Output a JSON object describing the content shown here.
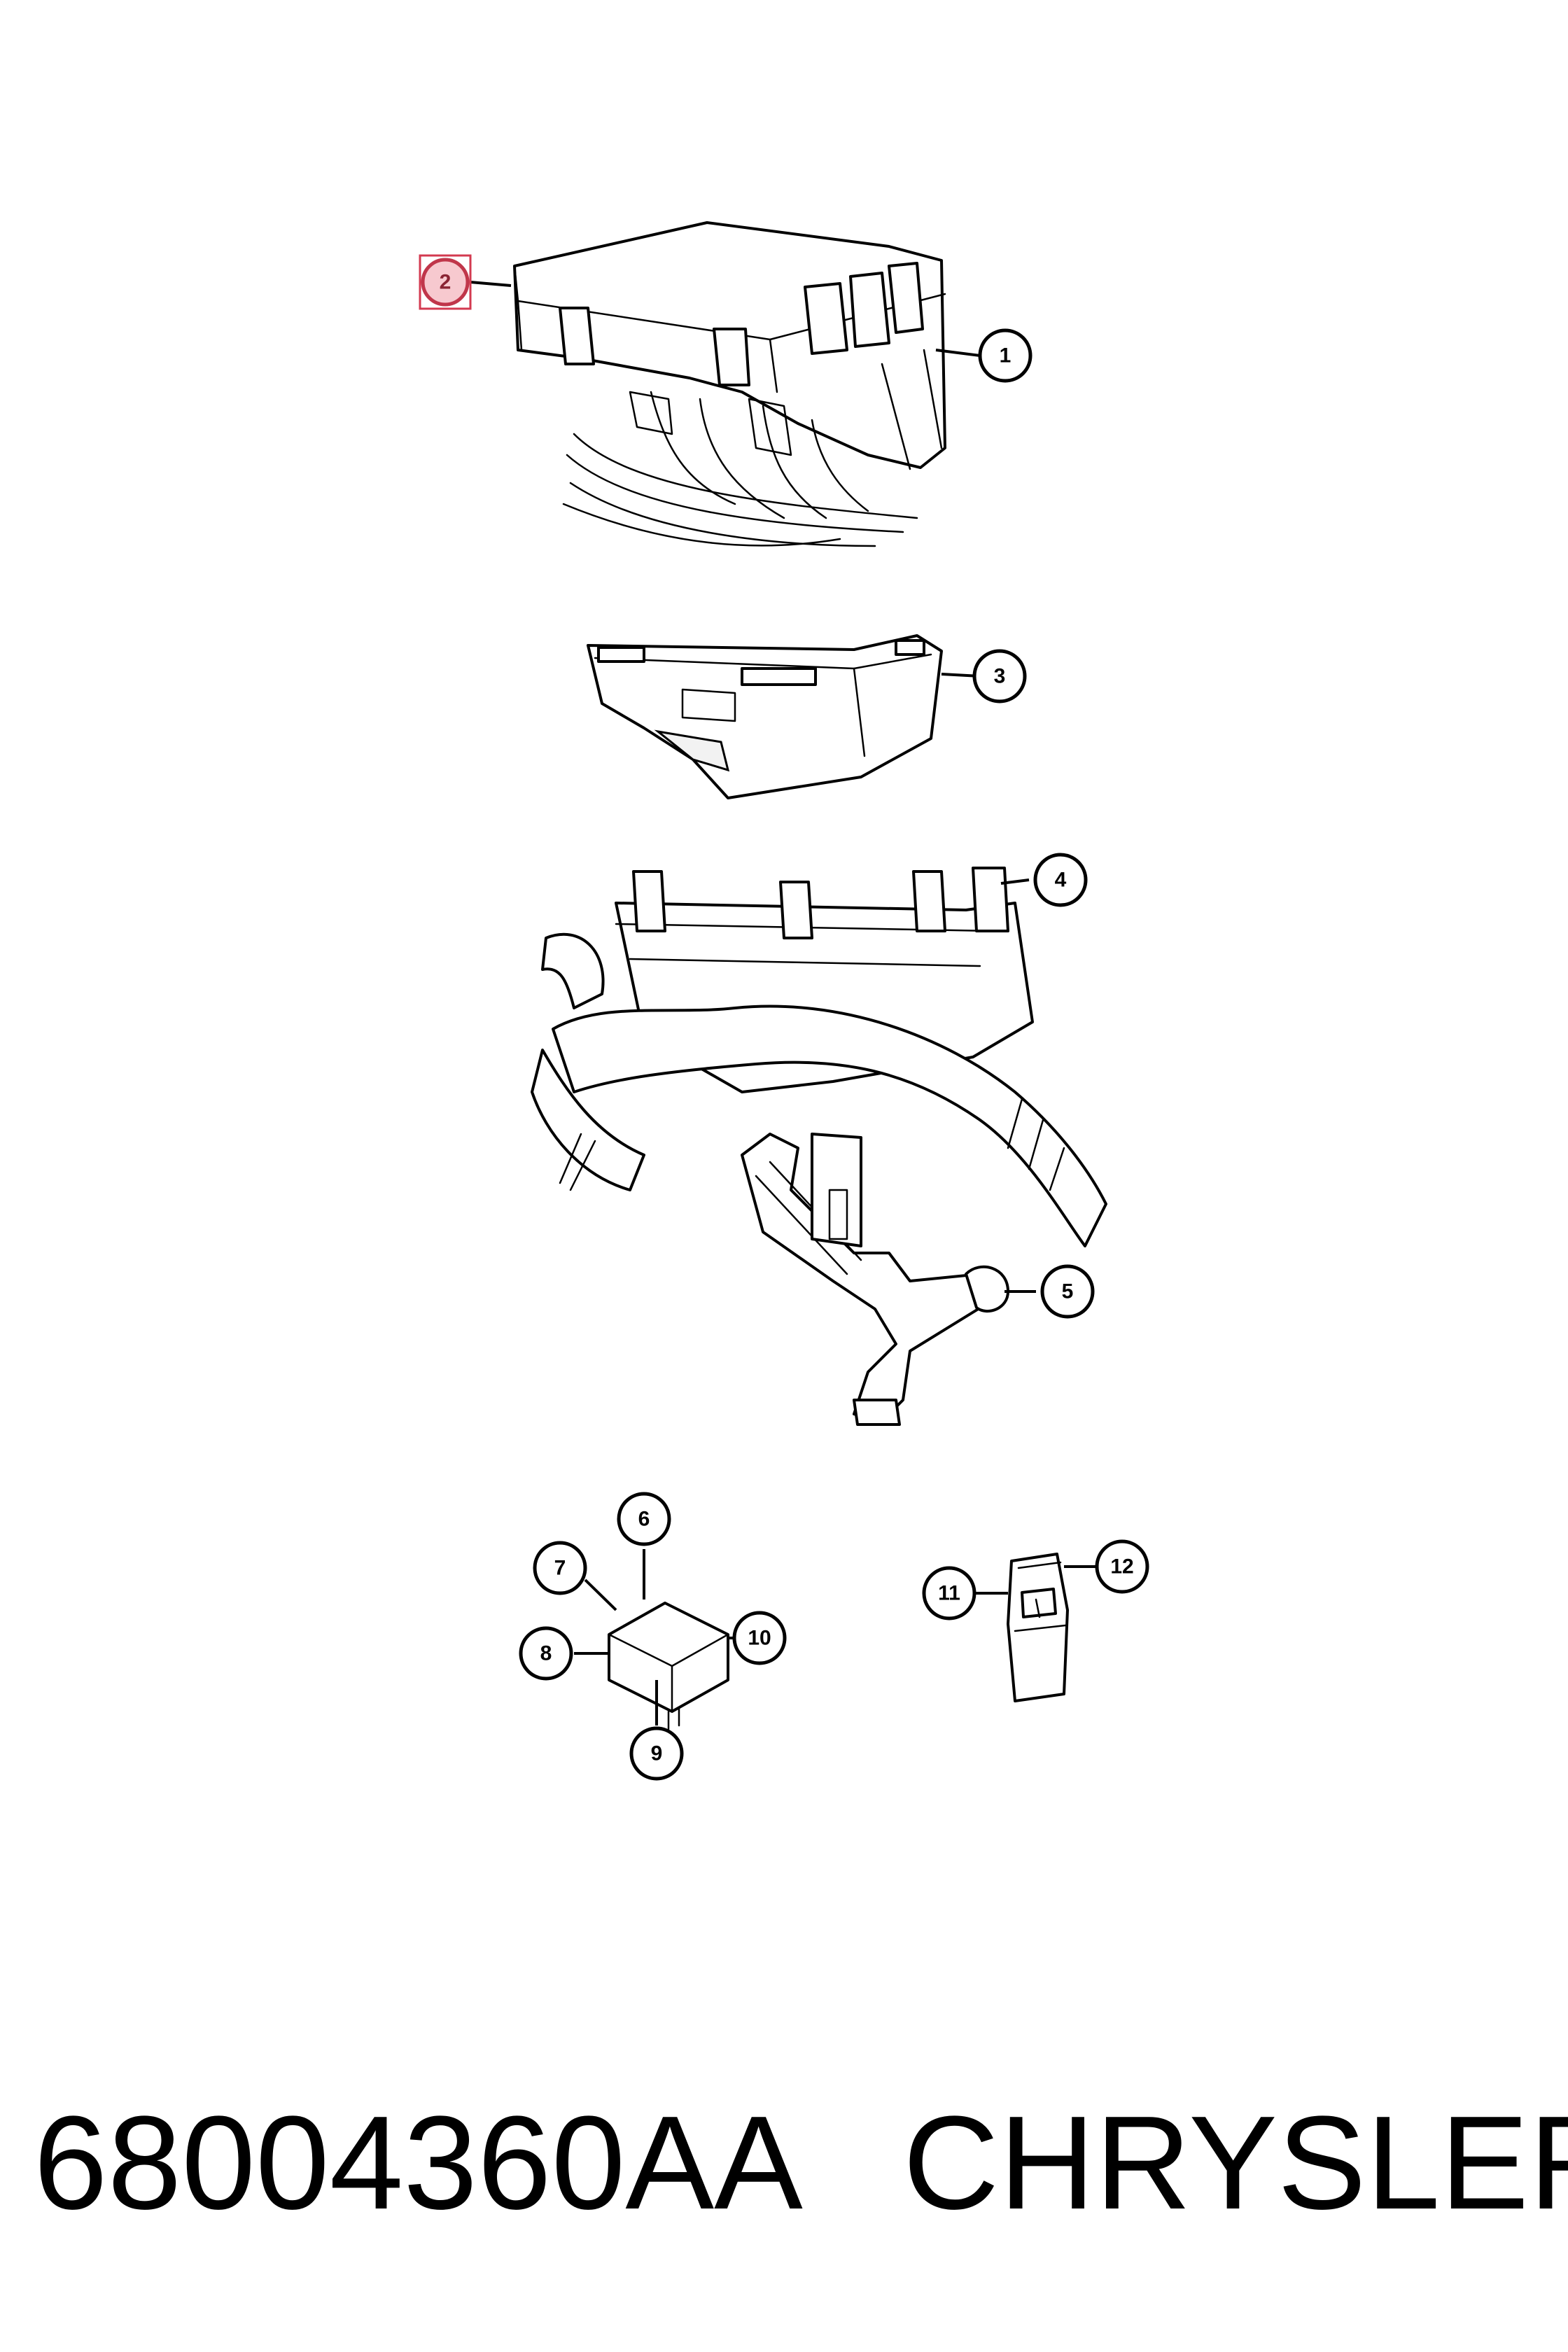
{
  "diagram": {
    "callouts": [
      {
        "id": "callout-1",
        "label": "1",
        "highlighted": false
      },
      {
        "id": "callout-2",
        "label": "2",
        "highlighted": true
      },
      {
        "id": "callout-3",
        "label": "3",
        "highlighted": false
      },
      {
        "id": "callout-4",
        "label": "4",
        "highlighted": false
      },
      {
        "id": "callout-5",
        "label": "5",
        "highlighted": false
      },
      {
        "id": "callout-6",
        "label": "6",
        "highlighted": false
      },
      {
        "id": "callout-7",
        "label": "7",
        "highlighted": false
      },
      {
        "id": "callout-8",
        "label": "8",
        "highlighted": false
      },
      {
        "id": "callout-9",
        "label": "9",
        "highlighted": false
      },
      {
        "id": "callout-10",
        "label": "10",
        "highlighted": false
      },
      {
        "id": "callout-11",
        "label": "11",
        "highlighted": false
      },
      {
        "id": "callout-12",
        "label": "12",
        "highlighted": false
      }
    ],
    "highlight_color": "#c0364a"
  },
  "footer": {
    "part_number": "68004360AA",
    "brand": "CHRYSLER"
  }
}
